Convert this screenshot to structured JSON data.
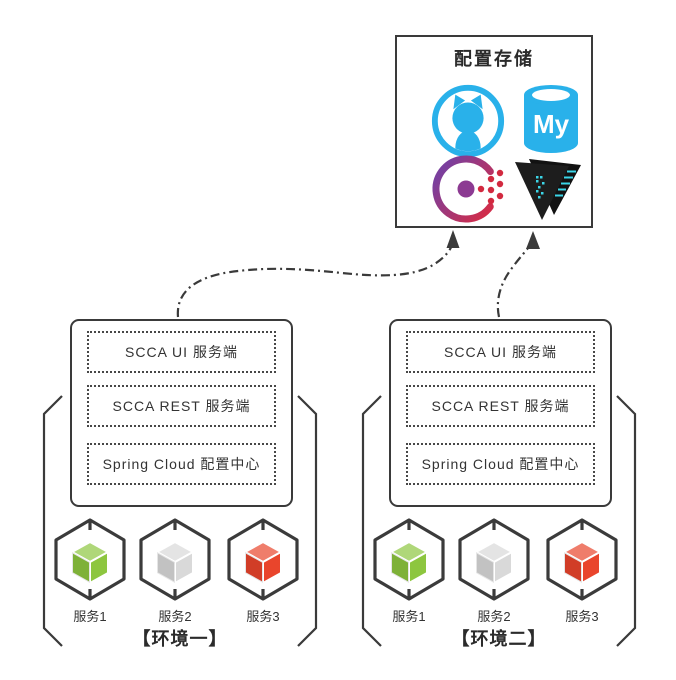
{
  "diagram": {
    "colors": {
      "line": "#3a3a3a",
      "dotted_border": "#474747",
      "cube_outline": "#3b3b3b"
    },
    "config_store": {
      "title": "配置存储",
      "github": {
        "color": "#29b1ea"
      },
      "mysql": {
        "color": "#29b1ea",
        "label": "My",
        "text_color": "#ffffff"
      },
      "consul": {
        "arc_start": "#7a3f9d",
        "arc_end": "#d02d4b",
        "center": "#8c3a92",
        "dots": "#d2293f"
      },
      "vault": {
        "back": "#121212",
        "front": "#1d1d1d",
        "accent": "#3bd6e8"
      }
    },
    "environments": [
      {
        "label": "【环境一】",
        "layers": [
          "SCCA UI 服务端",
          "SCCA REST 服务端",
          "Spring Cloud 配置中心"
        ],
        "services": [
          {
            "label": "服务1",
            "color": "#8dc63f"
          },
          {
            "label": "服务2",
            "color": "#d9d9d9"
          },
          {
            "label": "服务3",
            "color": "#e9452c"
          }
        ]
      },
      {
        "label": "【环境二】",
        "layers": [
          "SCCA UI 服务端",
          "SCCA REST 服务端",
          "Spring Cloud 配置中心"
        ],
        "services": [
          {
            "label": "服务1",
            "color": "#8dc63f"
          },
          {
            "label": "服务2",
            "color": "#d9d9d9"
          },
          {
            "label": "服务3",
            "color": "#e9452c"
          }
        ]
      }
    ]
  }
}
